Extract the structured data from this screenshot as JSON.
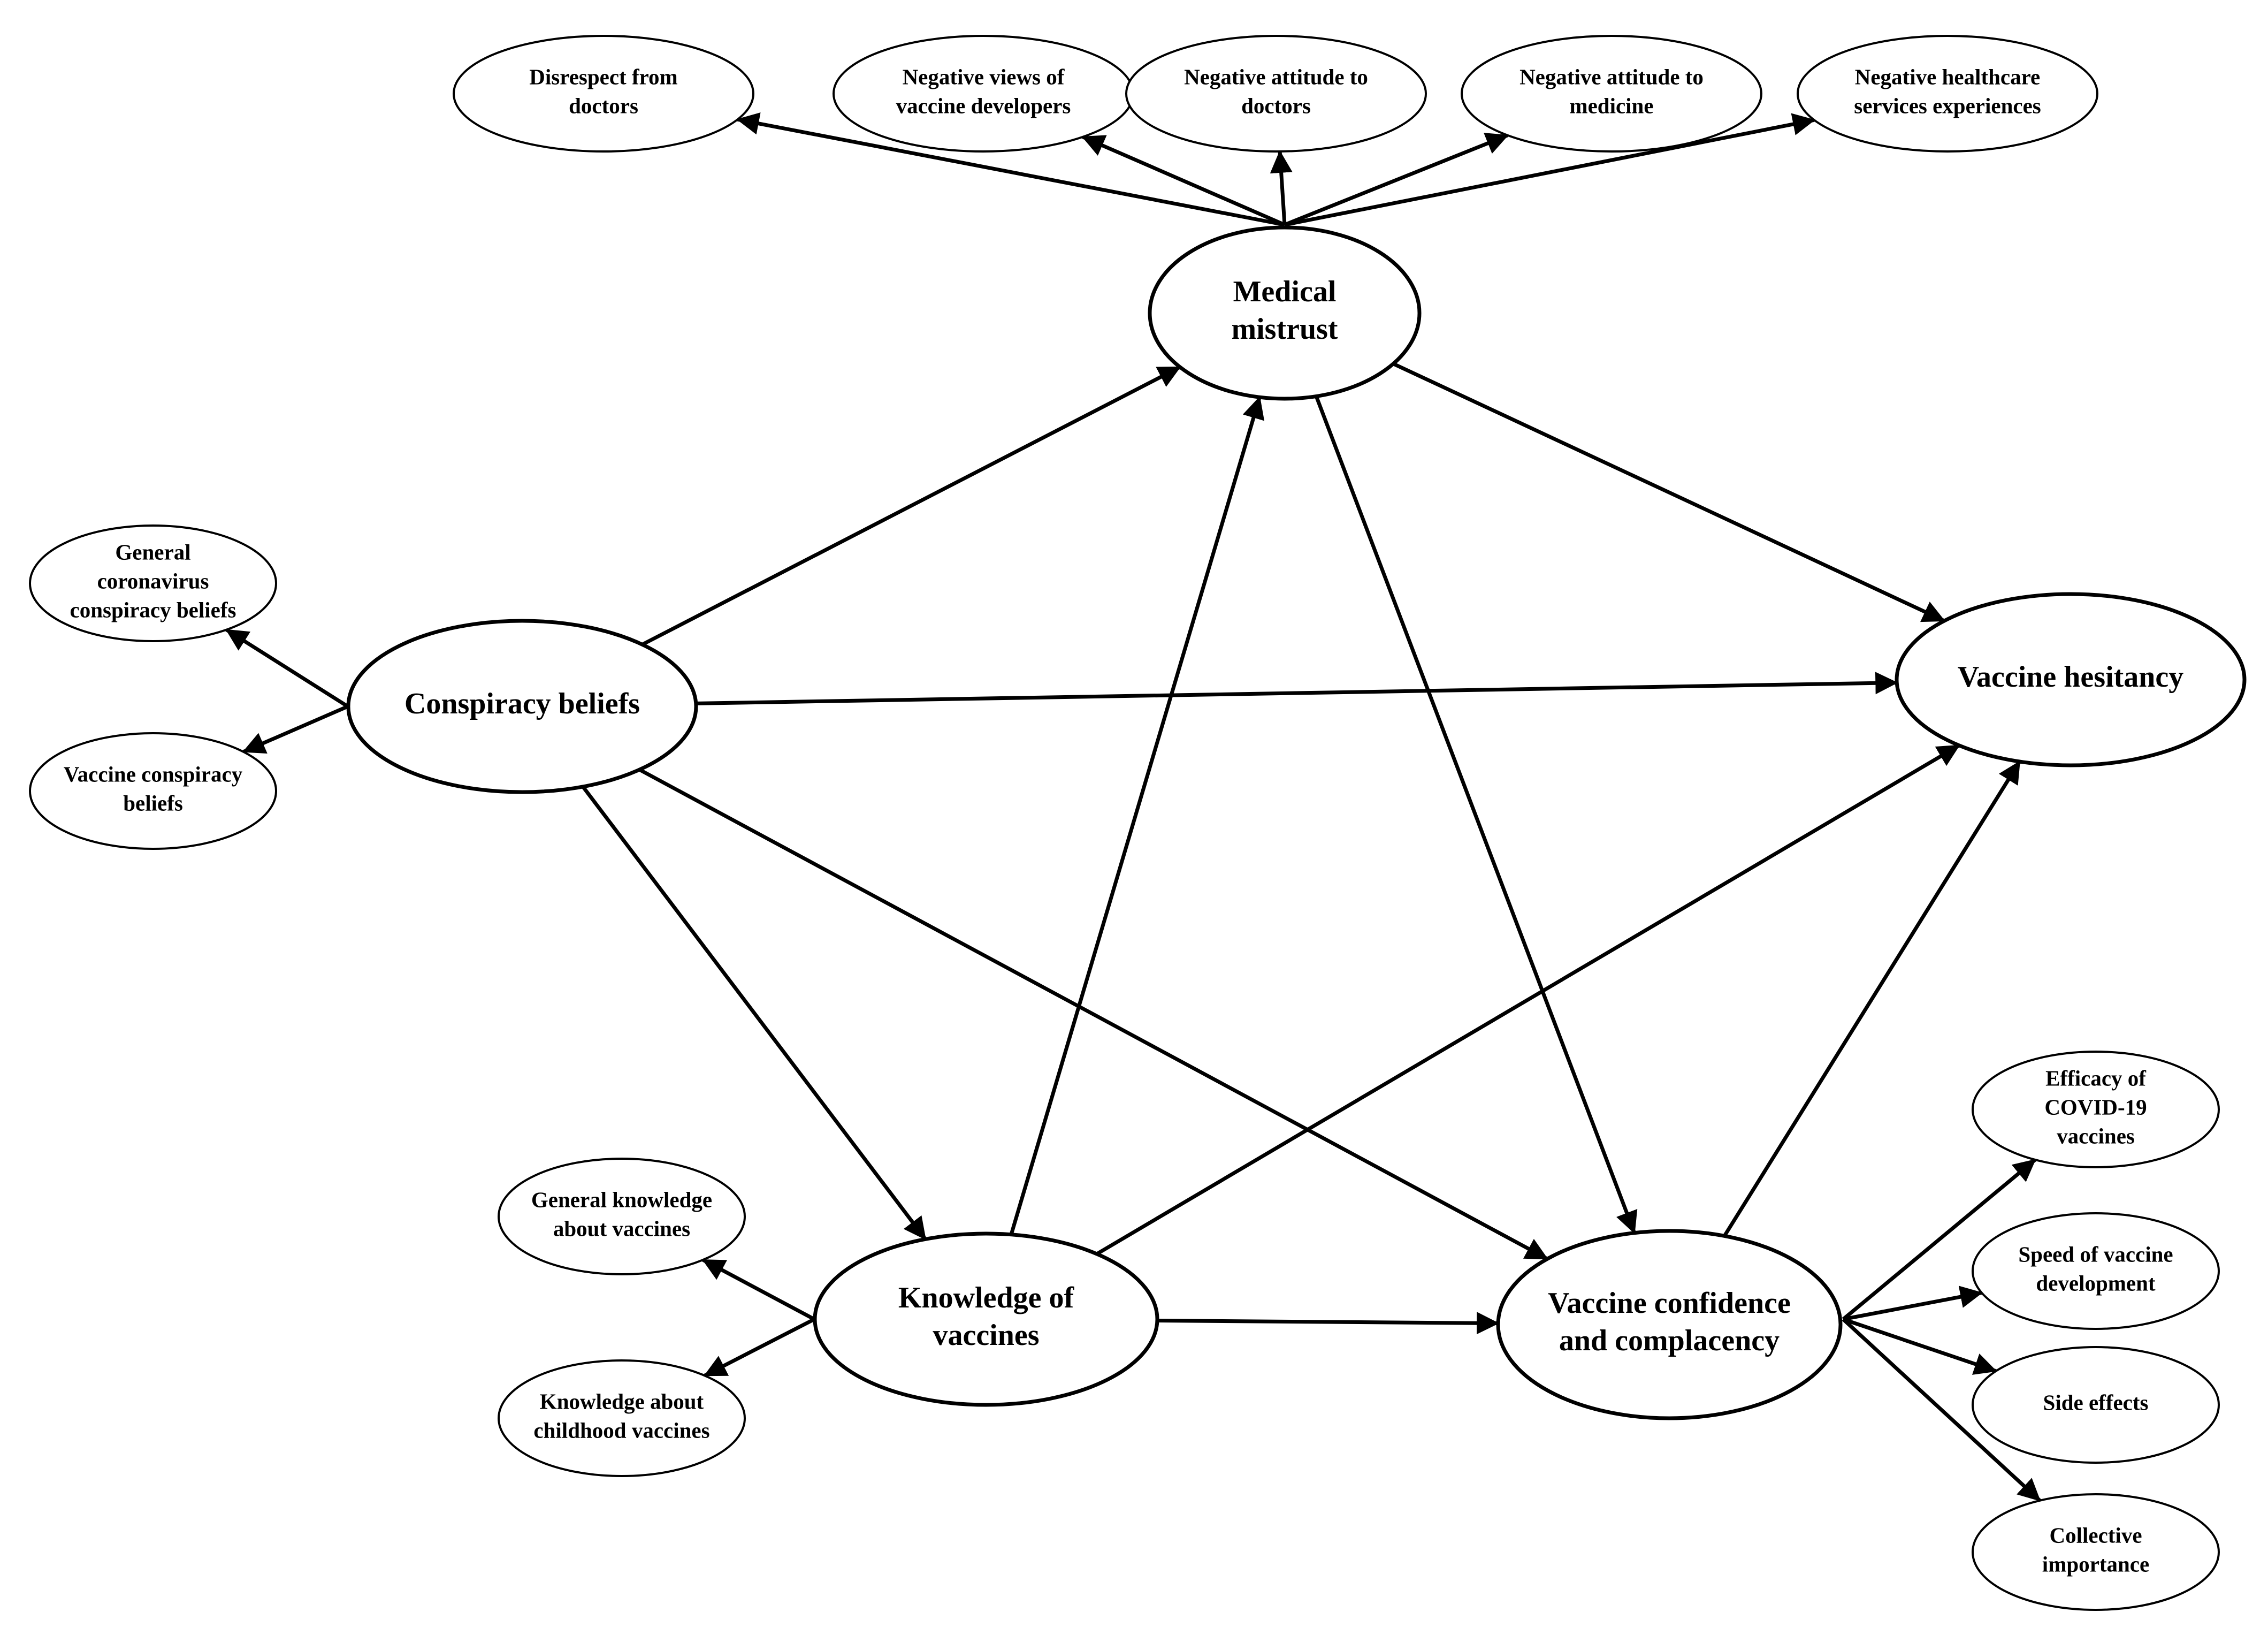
{
  "nodes": [
    {
      "id": "medical_mistrust",
      "size": "big",
      "lines": [
        "Medical",
        "mistrust"
      ]
    },
    {
      "id": "conspiracy_beliefs",
      "size": "big",
      "lines": [
        "Conspiracy beliefs"
      ]
    },
    {
      "id": "vaccine_hesitancy",
      "size": "big",
      "lines": [
        "Vaccine hesitancy"
      ]
    },
    {
      "id": "knowledge_of_vaccines",
      "size": "big",
      "lines": [
        "Knowledge of",
        "vaccines"
      ]
    },
    {
      "id": "vaccine_confidence",
      "size": "big",
      "lines": [
        "Vaccine confidence",
        "and complacency"
      ]
    },
    {
      "id": "disrespect_doctors",
      "size": "small",
      "lines": [
        "Disrespect from",
        "doctors"
      ]
    },
    {
      "id": "neg_views_developers",
      "size": "small",
      "lines": [
        "Negative views of",
        "vaccine developers"
      ]
    },
    {
      "id": "neg_attitude_doctors",
      "size": "small",
      "lines": [
        "Negative attitude to",
        "doctors"
      ]
    },
    {
      "id": "neg_attitude_medicine",
      "size": "small",
      "lines": [
        "Negative attitude to",
        "medicine"
      ]
    },
    {
      "id": "neg_healthcare_experiences",
      "size": "small",
      "lines": [
        "Negative healthcare",
        "services experiences"
      ]
    },
    {
      "id": "general_coronavirus_conspiracy",
      "size": "small",
      "lines": [
        "General",
        "coronavirus",
        "conspiracy beliefs"
      ]
    },
    {
      "id": "vaccine_conspiracy_beliefs",
      "size": "small",
      "lines": [
        "Vaccine conspiracy",
        "beliefs"
      ]
    },
    {
      "id": "general_knowledge_vaccines",
      "size": "small",
      "lines": [
        "General knowledge",
        "about vaccines"
      ]
    },
    {
      "id": "knowledge_childhood_vaccines",
      "size": "small",
      "lines": [
        "Knowledge about",
        "childhood vaccines"
      ]
    },
    {
      "id": "efficacy_covid_vaccines",
      "size": "small",
      "lines": [
        "Efficacy of",
        "COVID-19",
        "vaccines"
      ]
    },
    {
      "id": "speed_vaccine_development",
      "size": "small",
      "lines": [
        "Speed of vaccine",
        "development"
      ]
    },
    {
      "id": "side_effects",
      "size": "small",
      "lines": [
        "Side effects"
      ]
    },
    {
      "id": "collective_importance",
      "size": "small",
      "lines": [
        "Collective",
        "importance"
      ]
    }
  ],
  "edges": [
    {
      "from": "medical_mistrust",
      "to": "disrespect_doctors"
    },
    {
      "from": "medical_mistrust",
      "to": "neg_views_developers"
    },
    {
      "from": "medical_mistrust",
      "to": "neg_attitude_doctors"
    },
    {
      "from": "medical_mistrust",
      "to": "neg_attitude_medicine"
    },
    {
      "from": "medical_mistrust",
      "to": "neg_healthcare_experiences"
    },
    {
      "from": "conspiracy_beliefs",
      "to": "general_coronavirus_conspiracy"
    },
    {
      "from": "conspiracy_beliefs",
      "to": "vaccine_conspiracy_beliefs"
    },
    {
      "from": "knowledge_of_vaccines",
      "to": "general_knowledge_vaccines"
    },
    {
      "from": "knowledge_of_vaccines",
      "to": "knowledge_childhood_vaccines"
    },
    {
      "from": "vaccine_confidence",
      "to": "efficacy_covid_vaccines"
    },
    {
      "from": "vaccine_confidence",
      "to": "speed_vaccine_development"
    },
    {
      "from": "vaccine_confidence",
      "to": "side_effects"
    },
    {
      "from": "vaccine_confidence",
      "to": "collective_importance"
    },
    {
      "from": "conspiracy_beliefs",
      "to": "medical_mistrust"
    },
    {
      "from": "conspiracy_beliefs",
      "to": "vaccine_hesitancy"
    },
    {
      "from": "conspiracy_beliefs",
      "to": "knowledge_of_vaccines"
    },
    {
      "from": "conspiracy_beliefs",
      "to": "vaccine_confidence"
    },
    {
      "from": "knowledge_of_vaccines",
      "to": "medical_mistrust"
    },
    {
      "from": "knowledge_of_vaccines",
      "to": "vaccine_hesitancy"
    },
    {
      "from": "knowledge_of_vaccines",
      "to": "vaccine_confidence"
    },
    {
      "from": "medical_mistrust",
      "to": "vaccine_hesitancy"
    },
    {
      "from": "medical_mistrust",
      "to": "vaccine_confidence"
    },
    {
      "from": "vaccine_confidence",
      "to": "vaccine_hesitancy"
    }
  ]
}
